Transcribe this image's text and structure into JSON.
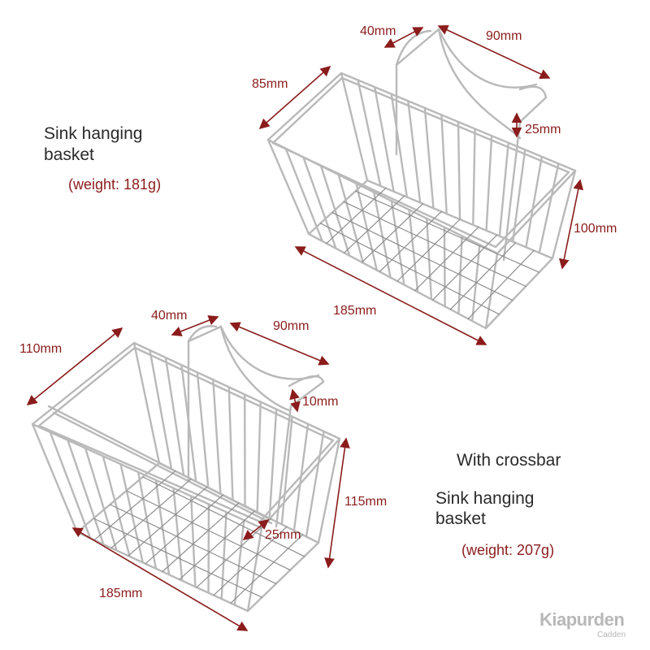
{
  "colors": {
    "dimension": "#8b1c1c",
    "caption": "#2a2a2a",
    "wire": "#b9b9b9",
    "watermark": "#b8b8b8"
  },
  "basket_top": {
    "caption_line1": "Sink hanging",
    "caption_line2": "basket",
    "weight": "(weight: 181g)",
    "dims": {
      "hook_width": "40mm",
      "hook_span": "90mm",
      "depth": "85mm",
      "hook_drop": "25mm",
      "height": "100mm",
      "length": "185mm"
    }
  },
  "basket_bottom": {
    "variant": "With crossbar",
    "caption_line1": "Sink hanging",
    "caption_line2": "basket",
    "weight": "(weight: 207g)",
    "dims": {
      "hook_width": "40mm",
      "hook_span": "90mm",
      "depth": "110mm",
      "hook_drop": "10mm",
      "height": "115mm",
      "crossbar_drop": "25mm",
      "length": "185mm"
    }
  },
  "watermark": {
    "brand": "Kiapurden",
    "sub": "Cadden"
  }
}
